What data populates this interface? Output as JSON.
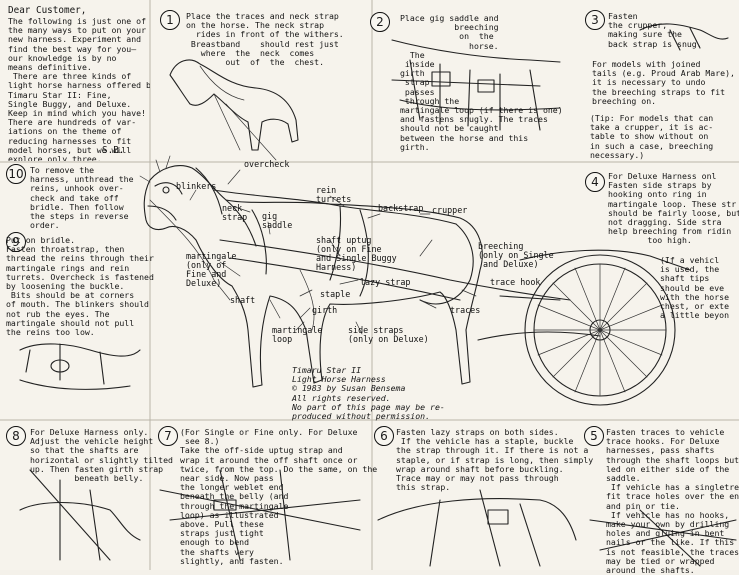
{
  "intro": {
    "greeting": "Dear Customer,",
    "body": "The following is just one of\nthe many ways to put on your\nnew harness. Experiment and\nfind the best way for you—\nour knowledge is by no\nmeans definitive.\n There are three kinds of\nlight horse harness offered by\nTimaru Star II: Fine,\nSingle Buggy, and Deluxe.\nKeep in mind which you have!\nThere are hundreds of var-\niations on the theme of\nreducing harnesses to fit\nmodel horses, but we will\nexplore only three.",
    "initials": "S.B."
  },
  "steps": [
    {
      "number": "1",
      "text": "Place the traces and neck strap\non the horse. The neck strap\n  rides in front of the withers.\n Breastband    should rest just\n   where  the  neck  comes\n        out  of  the  chest."
    },
    {
      "number": "2",
      "text": "Place gig saddle and\n           breeching\n            on  the\n              horse.\n  The\n inside\ngirth\n strap\n passes\n through the\nmartingale loop (if there is one)\nand fastens snugly. The traces\nshould not be caught\nbetween the horse and this\ngirth."
    },
    {
      "number": "3",
      "text": "Fasten\nthe crupper,\nmaking sure the\nback strap is snug.",
      "text2": "For models with joined\ntails (e.g. Proud Arab Mare),\nit is necessary to undo\nthe breeching straps to fit\nbreeching on.",
      "text3": "(Tip: For models that can\ntake a crupper, it is ac-\ntable to show without on\nin such a case, breeching\nnecessary.)"
    },
    {
      "number": "4",
      "text": "For Deluxe Harness onl\nFasten side straps by\nhooking onto ring in\nmartingale loop. These str\nshould be fairly loose, but\nnot dragging. Side stra\nhelp breeching from ridin\n        too high.",
      "text2": "(If a vehicl\nis used, the\nshaft tips\nshould be eve\nwith the horse\nchest, or exte\na little beyon"
    },
    {
      "number": "5",
      "text": "Fasten traces to vehicle\ntrace hooks. For Deluxe\nharnesses, pass shafts\nthrough the shaft loops but\nled on either side of the\nsaddle.\n If vehicle has a singletre\nfit trace holes over the en\nand pin or tie.\n If vehicle has no hooks,\nmake your own by drilling\nholes and gluing in bent\nnails or the like. If this\nis not feasible, the traces\nmay be tied or wrapped\naround the shafts."
    },
    {
      "number": "6",
      "text": "Fasten lazy straps on both sides.\n If the vehicle has a staple, buckle\nthe strap through it. If there is not a\nstaple, or if strap is long, then simply\nwrap around shaft before buckling.\nTrace may or may not pass through\nthis strap."
    },
    {
      "number": "7",
      "text": "(For Single or Fine only. For Deluxe\n see 8.)\nTake the off-side uptug strap and\nwrap it around the off shaft once or\ntwice, from the top. Do the same, on the\nnear side. Now pass\nthe longer weblet end\nbeneath the belly (and\nthrough the martingale\nloop) as illustrated\nabove. Pull these\nstraps just tight\nenough to bend\nthe shafts very\nslightly, and fasten."
    },
    {
      "number": "8",
      "text": "For Deluxe Harness only.\nAdjust the vehicle height\nso that the shafts are\nhorizontal or slightly tilted\nup. Then fasten girth strap\n         beneath belly."
    },
    {
      "number": "9",
      "text": "Put on bridle.\nFasten throatstrap, then\nthread the reins through their\nmartingale rings and rein\nturrets. Overcheck is fastened\nby loosening the buckle.\n Bits should be at corners\nof mouth. The blinkers should\nnot rub the eyes. The\nmartingale should not pull\nthe reins too low."
    },
    {
      "number": "10",
      "text": "To remove the\nharness, unthread the\nreins, unhook over-\ncheck and take off\nbridle. Then follow\nthe steps in reverse\norder."
    }
  ],
  "labels": {
    "overcheck": "overcheck",
    "blinkers": "blinkers",
    "rein_turrets": "rein\nturrets",
    "backstrap": "backstrap",
    "crupper": "crupper",
    "neck_strap": "neck\nstrap",
    "gig_saddle": "gig\nsaddle",
    "shaft_uptug": "shaft uptug\n(only on Fine\nand Single Buggy\nHarness)",
    "breeching": "breeching\n(only on Single\n and Deluxe)",
    "martingale": "martingale\n(only of\nFine and\nDeluxe)",
    "lazy_strap": "lazy strap",
    "staple": "staple",
    "trace_hook": "trace hook",
    "shaft": "shaft",
    "girth": "girth",
    "traces": "traces",
    "martingale_loop": "martingale\nloop",
    "side_straps": "side straps\n(only on Deluxe)"
  },
  "credit": "Timaru Star II\nLight Horse Harness\n© 1983 by Susan Bensema\nAll rights reserved.\nNo part of this page may be re-\nproduced without permission."
}
